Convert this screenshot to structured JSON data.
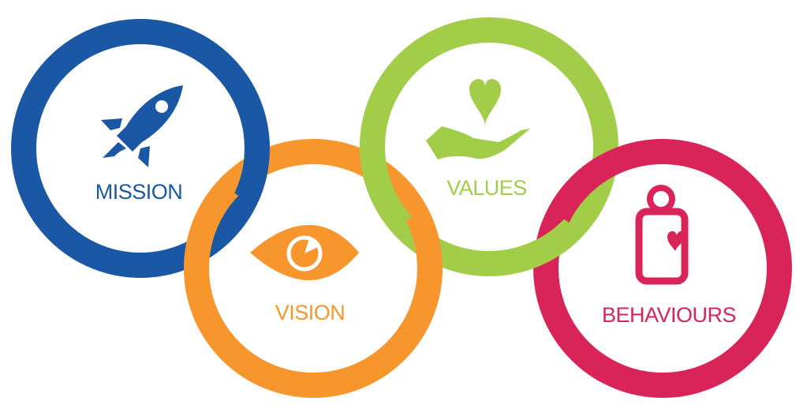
{
  "colors": {
    "mission": "#1a57a4",
    "vision": "#f7962d",
    "values": "#a2cd48",
    "behaviours": "#d9245a"
  },
  "rings": [
    {
      "id": "mission",
      "label": "MISSION",
      "icon": "rocket-icon"
    },
    {
      "id": "vision",
      "label": "VISION",
      "icon": "eye-icon"
    },
    {
      "id": "values",
      "label": "VALUES",
      "icon": "hand-heart-icon"
    },
    {
      "id": "behaviours",
      "label": "BEHAVIOURS",
      "icon": "person-heart-icon"
    }
  ]
}
